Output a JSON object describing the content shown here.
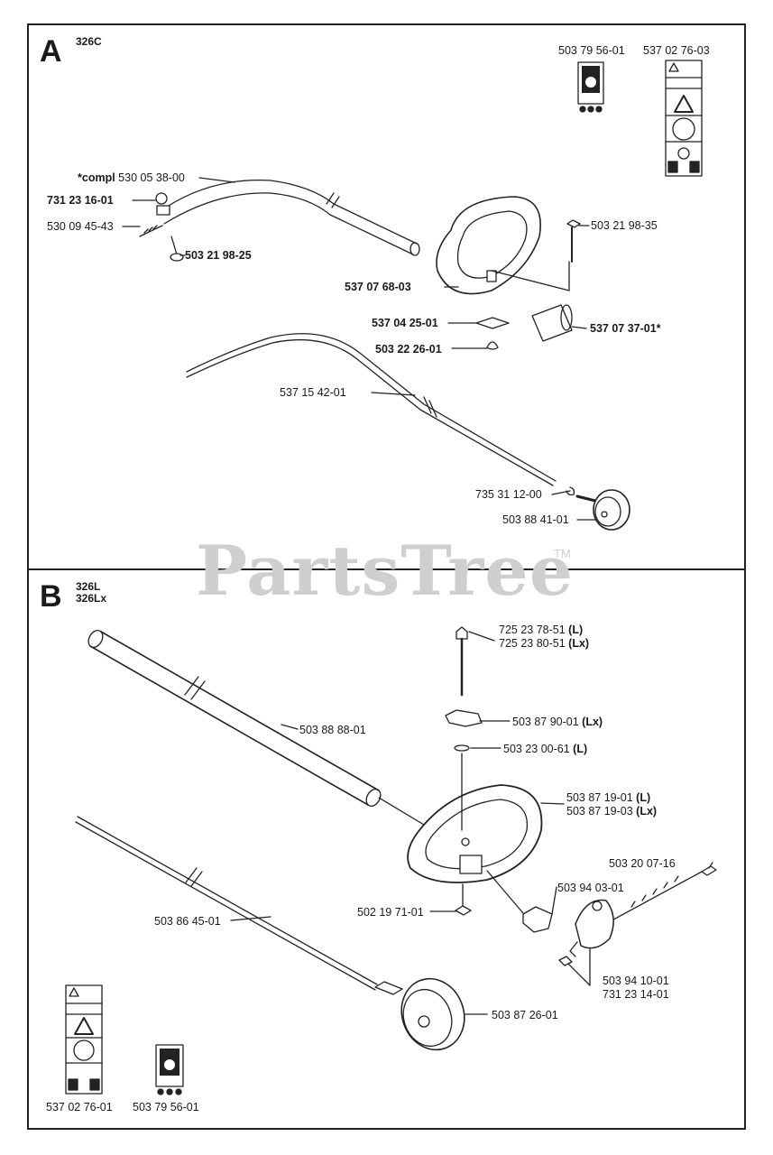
{
  "watermark": {
    "text": "PartsTree",
    "tm": "TM"
  },
  "section_a": {
    "letter": "A",
    "model": "326C",
    "labels": {
      "decal_a1": "503 79 56-01",
      "decal_a2": "537 02 76-03",
      "compl_prefix": "*compl",
      "compl_number": "530 05 38-00",
      "nut": "731 23 16-01",
      "screw": "530 09 45-43",
      "bolt_lower": "503 21 98-25",
      "bolt_upper": "503 21 98-35",
      "handle": "537 07 68-03",
      "clamp": "537 04 25-01",
      "sleeve": "537 07 37-01*",
      "knob": "503 22 26-01",
      "shaft": "537 15 42-01",
      "clip": "735 31 12-00",
      "drum": "503 88 41-01"
    }
  },
  "section_b": {
    "letter": "B",
    "model_line1": "326L",
    "model_line2": "326Lx",
    "labels": {
      "bolt_l_num": "725 23 78-51",
      "bolt_l_sfx": "(L)",
      "bolt_lx_num": "725 23 80-51",
      "bolt_lx_sfx": "(Lx)",
      "tube": "503 88 88-01",
      "knob_num": "503 87 90-01",
      "knob_sfx": "(Lx)",
      "washer_num": "503 23 00-61",
      "washer_sfx": "(L)",
      "handle_l_num": "503 87 19-01",
      "handle_l_sfx": "(L)",
      "handle_lx_num": "503 87 19-03",
      "handle_lx_sfx": "(Lx)",
      "screw": "503 20 07-16",
      "clamp_block": "503 94 03-01",
      "nut_square": "502 19 71-01",
      "shaft": "503 86 45-01",
      "bracket": "503 94 10-01",
      "nut": "731 23 14-01",
      "drum": "503 87 26-01",
      "decal_b1": "537 02 76-01",
      "decal_b2": "503 79 56-01"
    }
  }
}
